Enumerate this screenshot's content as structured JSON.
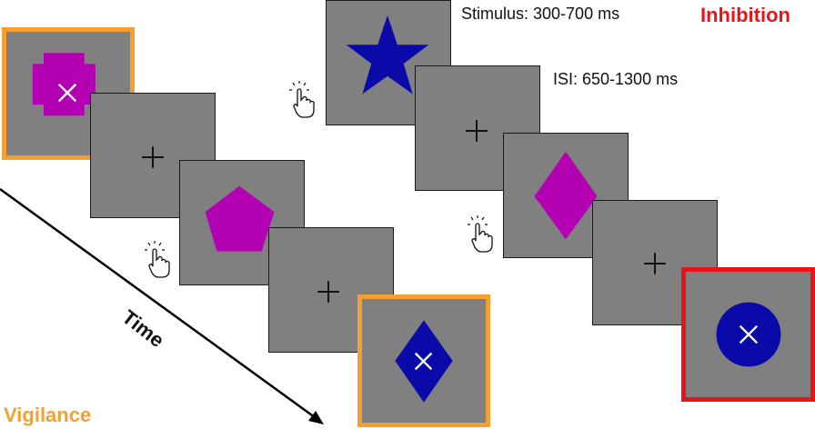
{
  "labels": {
    "stimulus_timing": "Stimulus: 300-700 ms",
    "isi_timing": "ISI: 650-1300 ms",
    "inhibition_title": "Inhibition",
    "vigilance_title": "Vigilance",
    "time_axis": "Time"
  },
  "colors": {
    "vigilance_accent": "#f4a030",
    "inhibition_accent": "#e8141c",
    "screen_gray": "#808080",
    "magenta_shape": "#b200b2",
    "blue_shape": "#0a0aa8",
    "marker_white": "#ffffff"
  },
  "sequences": [
    {
      "name": "vigilance",
      "frames": [
        {
          "shape": "cross-shape",
          "color": "magenta",
          "marker": "x",
          "frame": "vigilance"
        },
        {
          "shape": "fixation",
          "marker": "plus"
        },
        {
          "shape": "pentagon",
          "color": "magenta",
          "response": "tap"
        },
        {
          "shape": "fixation",
          "marker": "plus"
        },
        {
          "shape": "diamond",
          "color": "blue",
          "marker": "x",
          "frame": "vigilance"
        }
      ]
    },
    {
      "name": "inhibition",
      "frames": [
        {
          "shape": "star",
          "color": "blue",
          "response": "tap"
        },
        {
          "shape": "fixation",
          "marker": "plus"
        },
        {
          "shape": "diamond",
          "color": "magenta",
          "response": "tap"
        },
        {
          "shape": "fixation",
          "marker": "plus"
        },
        {
          "shape": "circle",
          "color": "blue",
          "marker": "x",
          "frame": "inhibition"
        }
      ]
    }
  ],
  "icons": [
    "tap-hand-icon"
  ]
}
